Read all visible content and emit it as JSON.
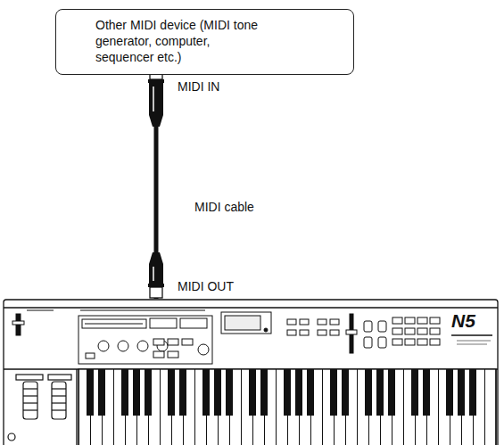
{
  "diagram": {
    "nodes": [
      {
        "text": [
          "Other MIDI device (MIDI tone generator, computer, sequencer etc.)"
        ]
      },
      {
        "text": [
          "N5"
        ]
      }
    ],
    "edges": [
      {
        "from": 1,
        "to": 0,
        "arrow": "none",
        "label": "MIDI cable"
      }
    ],
    "labels": [
      "MIDI IN",
      "MIDI OUT"
    ]
  }
}
